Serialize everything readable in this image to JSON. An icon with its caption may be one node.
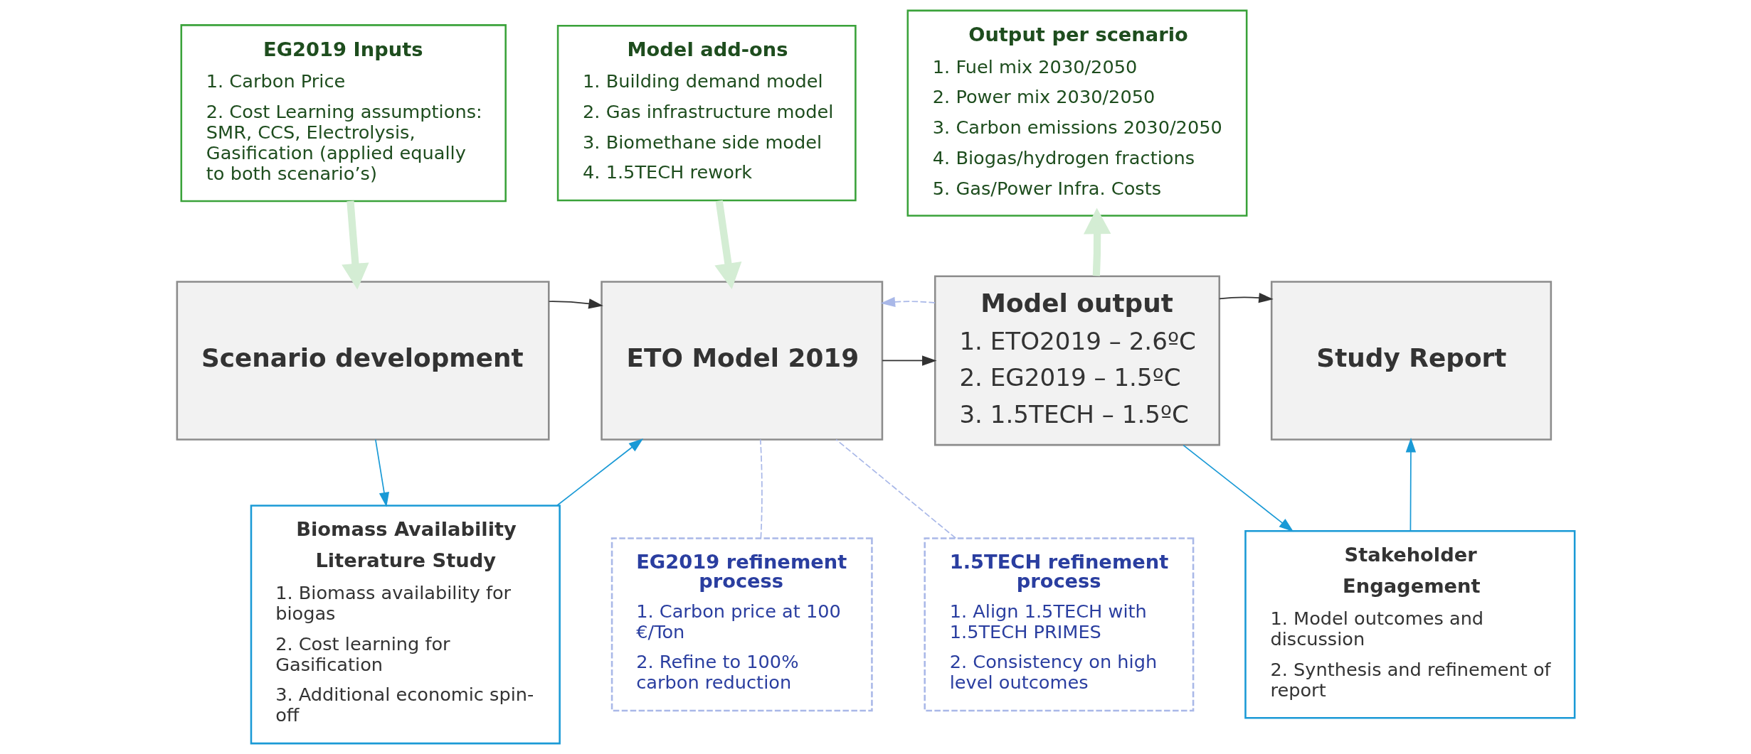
{
  "diagram": {
    "nodes": [
      {
        "text": [
          "EG2019 Inputs",
          "1. Carbon Price",
          "2. Cost Learning assumptions: SMR, CCS, Electrolysis, Gasification (applied equally to both scenario’s)"
        ]
      },
      {
        "text": [
          "Model add-ons",
          "1. Building demand model",
          "2. Gas infrastructure model",
          "3. Biomethane side model",
          "4. 1.5TECH rework"
        ]
      },
      {
        "text": [
          "Output per scenario",
          "1. Fuel mix 2030/2050",
          "2. Power mix 2030/2050",
          "3. Carbon emissions 2030/2050",
          "4. Biogas/hydrogen fractions",
          "5. Gas/Power Infra. Costs"
        ]
      },
      {
        "text": [
          "Scenario development"
        ]
      },
      {
        "text": [
          "ETO Model 2019"
        ]
      },
      {
        "text": [
          "Model output",
          "1. ETO2019 – 2.6ºC",
          "2. EG2019 – 1.5ºC",
          "3. 1.5TECH – 1.5ºC"
        ]
      },
      {
        "text": [
          "Study Report"
        ]
      },
      {
        "text": [
          "Biomass Availability",
          "Literature Study",
          "1. Biomass availability for biogas",
          "2. Cost learning for Gasification",
          "3. Additional economic spin-off"
        ]
      },
      {
        "text": [
          "EG2019 refinement process",
          "1. Carbon price at 100 €/Ton",
          "2. Refine to 100% carbon reduction"
        ]
      },
      {
        "text": [
          "1.5TECH refinement process",
          "1. Align 1.5TECH with 1.5TECH PRIMES",
          "2. Consistency on high level outcomes"
        ]
      },
      {
        "text": [
          "Stakeholder",
          "Engagement",
          "1. Model outcomes and discussion",
          "2. Synthesis and refinement of report"
        ]
      }
    ],
    "edges": [
      {
        "from": 0,
        "to": 3,
        "arrow": "to",
        "style": "thick",
        "color": "#d4edd4"
      },
      {
        "from": 1,
        "to": 4,
        "arrow": "to",
        "style": "thick",
        "color": "#d4edd4"
      },
      {
        "from": 5,
        "to": 2,
        "arrow": "to",
        "style": "thick",
        "color": "#d4edd4"
      },
      {
        "from": 3,
        "to": 4,
        "arrow": "to",
        "color": "#333333"
      },
      {
        "from": 4,
        "to": 5,
        "arrow": "to",
        "color": "#333333"
      },
      {
        "from": 5,
        "to": 6,
        "arrow": "to",
        "color": "#333333"
      },
      {
        "from": 3,
        "to": 7,
        "arrow": "to",
        "color": "#1a9ad6"
      },
      {
        "from": 7,
        "to": 4,
        "arrow": "to",
        "color": "#1a9ad6"
      },
      {
        "from": 5,
        "to": 10,
        "arrow": "to",
        "color": "#1a9ad6"
      },
      {
        "from": 10,
        "to": 6,
        "arrow": "to",
        "color": "#1a9ad6"
      },
      {
        "from": 5,
        "to": 4,
        "arrow": "to",
        "style": "dashed",
        "color": "#a9b8e8"
      },
      {
        "from": 8,
        "to": 4,
        "arrow": "none",
        "style": "dashed",
        "color": "#a9b8e8"
      },
      {
        "from": 9,
        "to": 4,
        "arrow": "none",
        "style": "dashed",
        "color": "#a9b8e8"
      }
    ]
  }
}
